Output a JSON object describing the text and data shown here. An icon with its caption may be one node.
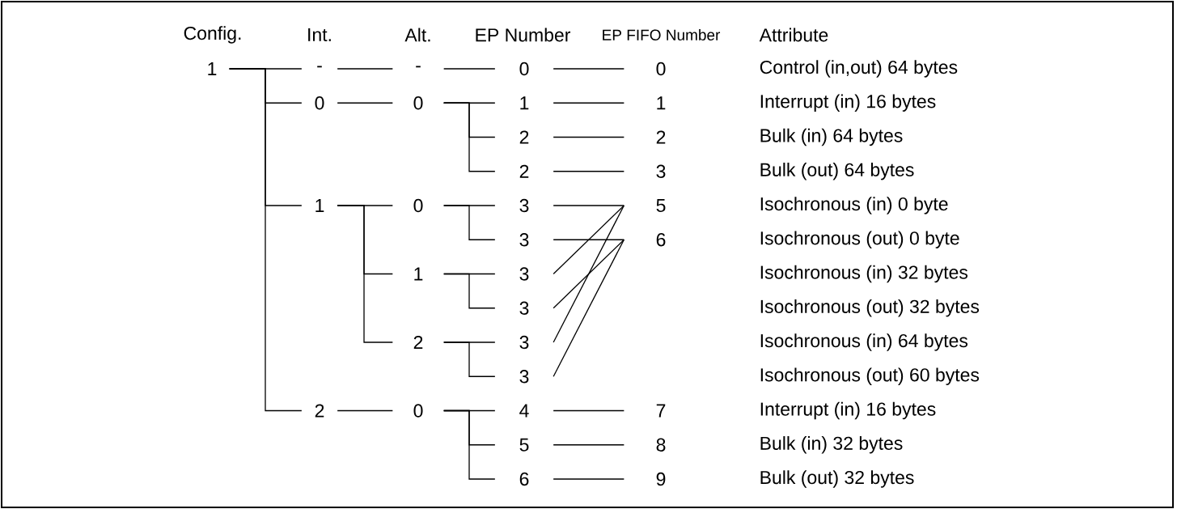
{
  "diagram": {
    "nodes": [
      {
        "text": [
          "1"
        ]
      },
      {
        "text": [
          "-"
        ]
      },
      {
        "text": [
          "0"
        ]
      },
      {
        "text": [
          "1"
        ]
      },
      {
        "text": [
          "2"
        ]
      },
      {
        "text": [
          "-"
        ]
      },
      {
        "text": [
          "0"
        ]
      },
      {
        "text": [
          "0"
        ]
      },
      {
        "text": [
          "1"
        ]
      },
      {
        "text": [
          "2"
        ]
      },
      {
        "text": [
          "0"
        ]
      },
      {
        "text": [
          "0"
        ]
      },
      {
        "text": [
          "1"
        ]
      },
      {
        "text": [
          "2"
        ]
      },
      {
        "text": [
          "2"
        ]
      },
      {
        "text": [
          "3"
        ]
      },
      {
        "text": [
          "3"
        ]
      },
      {
        "text": [
          "3"
        ]
      },
      {
        "text": [
          "3"
        ]
      },
      {
        "text": [
          "3"
        ]
      },
      {
        "text": [
          "3"
        ]
      },
      {
        "text": [
          "4"
        ]
      },
      {
        "text": [
          "5"
        ]
      },
      {
        "text": [
          "6"
        ]
      },
      {
        "text": [
          "0"
        ]
      },
      {
        "text": [
          "1"
        ]
      },
      {
        "text": [
          "2"
        ]
      },
      {
        "text": [
          "3"
        ]
      },
      {
        "text": [
          "5"
        ]
      },
      {
        "text": [
          "6"
        ]
      },
      {
        "text": [
          "7"
        ]
      },
      {
        "text": [
          "8"
        ]
      },
      {
        "text": [
          "9"
        ]
      }
    ],
    "edges": [
      {
        "from": 0,
        "to": 1,
        "arrow": "none"
      },
      {
        "from": 0,
        "to": 2,
        "arrow": "none"
      },
      {
        "from": 0,
        "to": 3,
        "arrow": "none"
      },
      {
        "from": 0,
        "to": 4,
        "arrow": "none"
      },
      {
        "from": 1,
        "to": 5,
        "arrow": "none"
      },
      {
        "from": 2,
        "to": 6,
        "arrow": "none"
      },
      {
        "from": 3,
        "to": 7,
        "arrow": "none"
      },
      {
        "from": 3,
        "to": 8,
        "arrow": "none"
      },
      {
        "from": 3,
        "to": 9,
        "arrow": "none"
      },
      {
        "from": 4,
        "to": 10,
        "arrow": "none"
      },
      {
        "from": 5,
        "to": 11,
        "arrow": "none"
      },
      {
        "from": 6,
        "to": 12,
        "arrow": "none"
      },
      {
        "from": 6,
        "to": 13,
        "arrow": "none"
      },
      {
        "from": 6,
        "to": 14,
        "arrow": "none"
      },
      {
        "from": 7,
        "to": 15,
        "arrow": "none"
      },
      {
        "from": 7,
        "to": 16,
        "arrow": "none"
      },
      {
        "from": 8,
        "to": 17,
        "arrow": "none"
      },
      {
        "from": 8,
        "to": 18,
        "arrow": "none"
      },
      {
        "from": 9,
        "to": 19,
        "arrow": "none"
      },
      {
        "from": 9,
        "to": 20,
        "arrow": "none"
      },
      {
        "from": 10,
        "to": 21,
        "arrow": "none"
      },
      {
        "from": 10,
        "to": 22,
        "arrow": "none"
      },
      {
        "from": 10,
        "to": 23,
        "arrow": "none"
      },
      {
        "from": 11,
        "to": 24,
        "arrow": "none"
      },
      {
        "from": 12,
        "to": 25,
        "arrow": "none"
      },
      {
        "from": 13,
        "to": 26,
        "arrow": "none"
      },
      {
        "from": 14,
        "to": 27,
        "arrow": "none"
      },
      {
        "from": 15,
        "to": 28,
        "arrow": "none"
      },
      {
        "from": 16,
        "to": 29,
        "arrow": "none"
      },
      {
        "from": 17,
        "to": 28,
        "arrow": "none"
      },
      {
        "from": 18,
        "to": 29,
        "arrow": "none"
      },
      {
        "from": 19,
        "to": 28,
        "arrow": "none"
      },
      {
        "from": 20,
        "to": 29,
        "arrow": "none"
      },
      {
        "from": 21,
        "to": 30,
        "arrow": "none"
      },
      {
        "from": 22,
        "to": 31,
        "arrow": "none"
      },
      {
        "from": 23,
        "to": 32,
        "arrow": "none"
      }
    ],
    "labels": [
      "Config.",
      "Int.",
      "Alt.",
      "EP Number",
      "EP FIFO Number",
      "Attribute",
      "Control (in,out) 64 bytes",
      "Interrupt (in) 16 bytes",
      "Bulk (in) 64 bytes",
      "Bulk (out) 64 bytes",
      "Isochronous (in) 0 byte",
      "Isochronous (out) 0 byte",
      "Isochronous (in) 32 bytes",
      "Isochronous (out) 32 bytes",
      "Isochronous (in) 64 bytes",
      "Isochronous (out) 60 bytes",
      "Interrupt (in) 16 bytes",
      "Bulk (in) 32 bytes",
      "Bulk (out) 32 bytes"
    ]
  }
}
